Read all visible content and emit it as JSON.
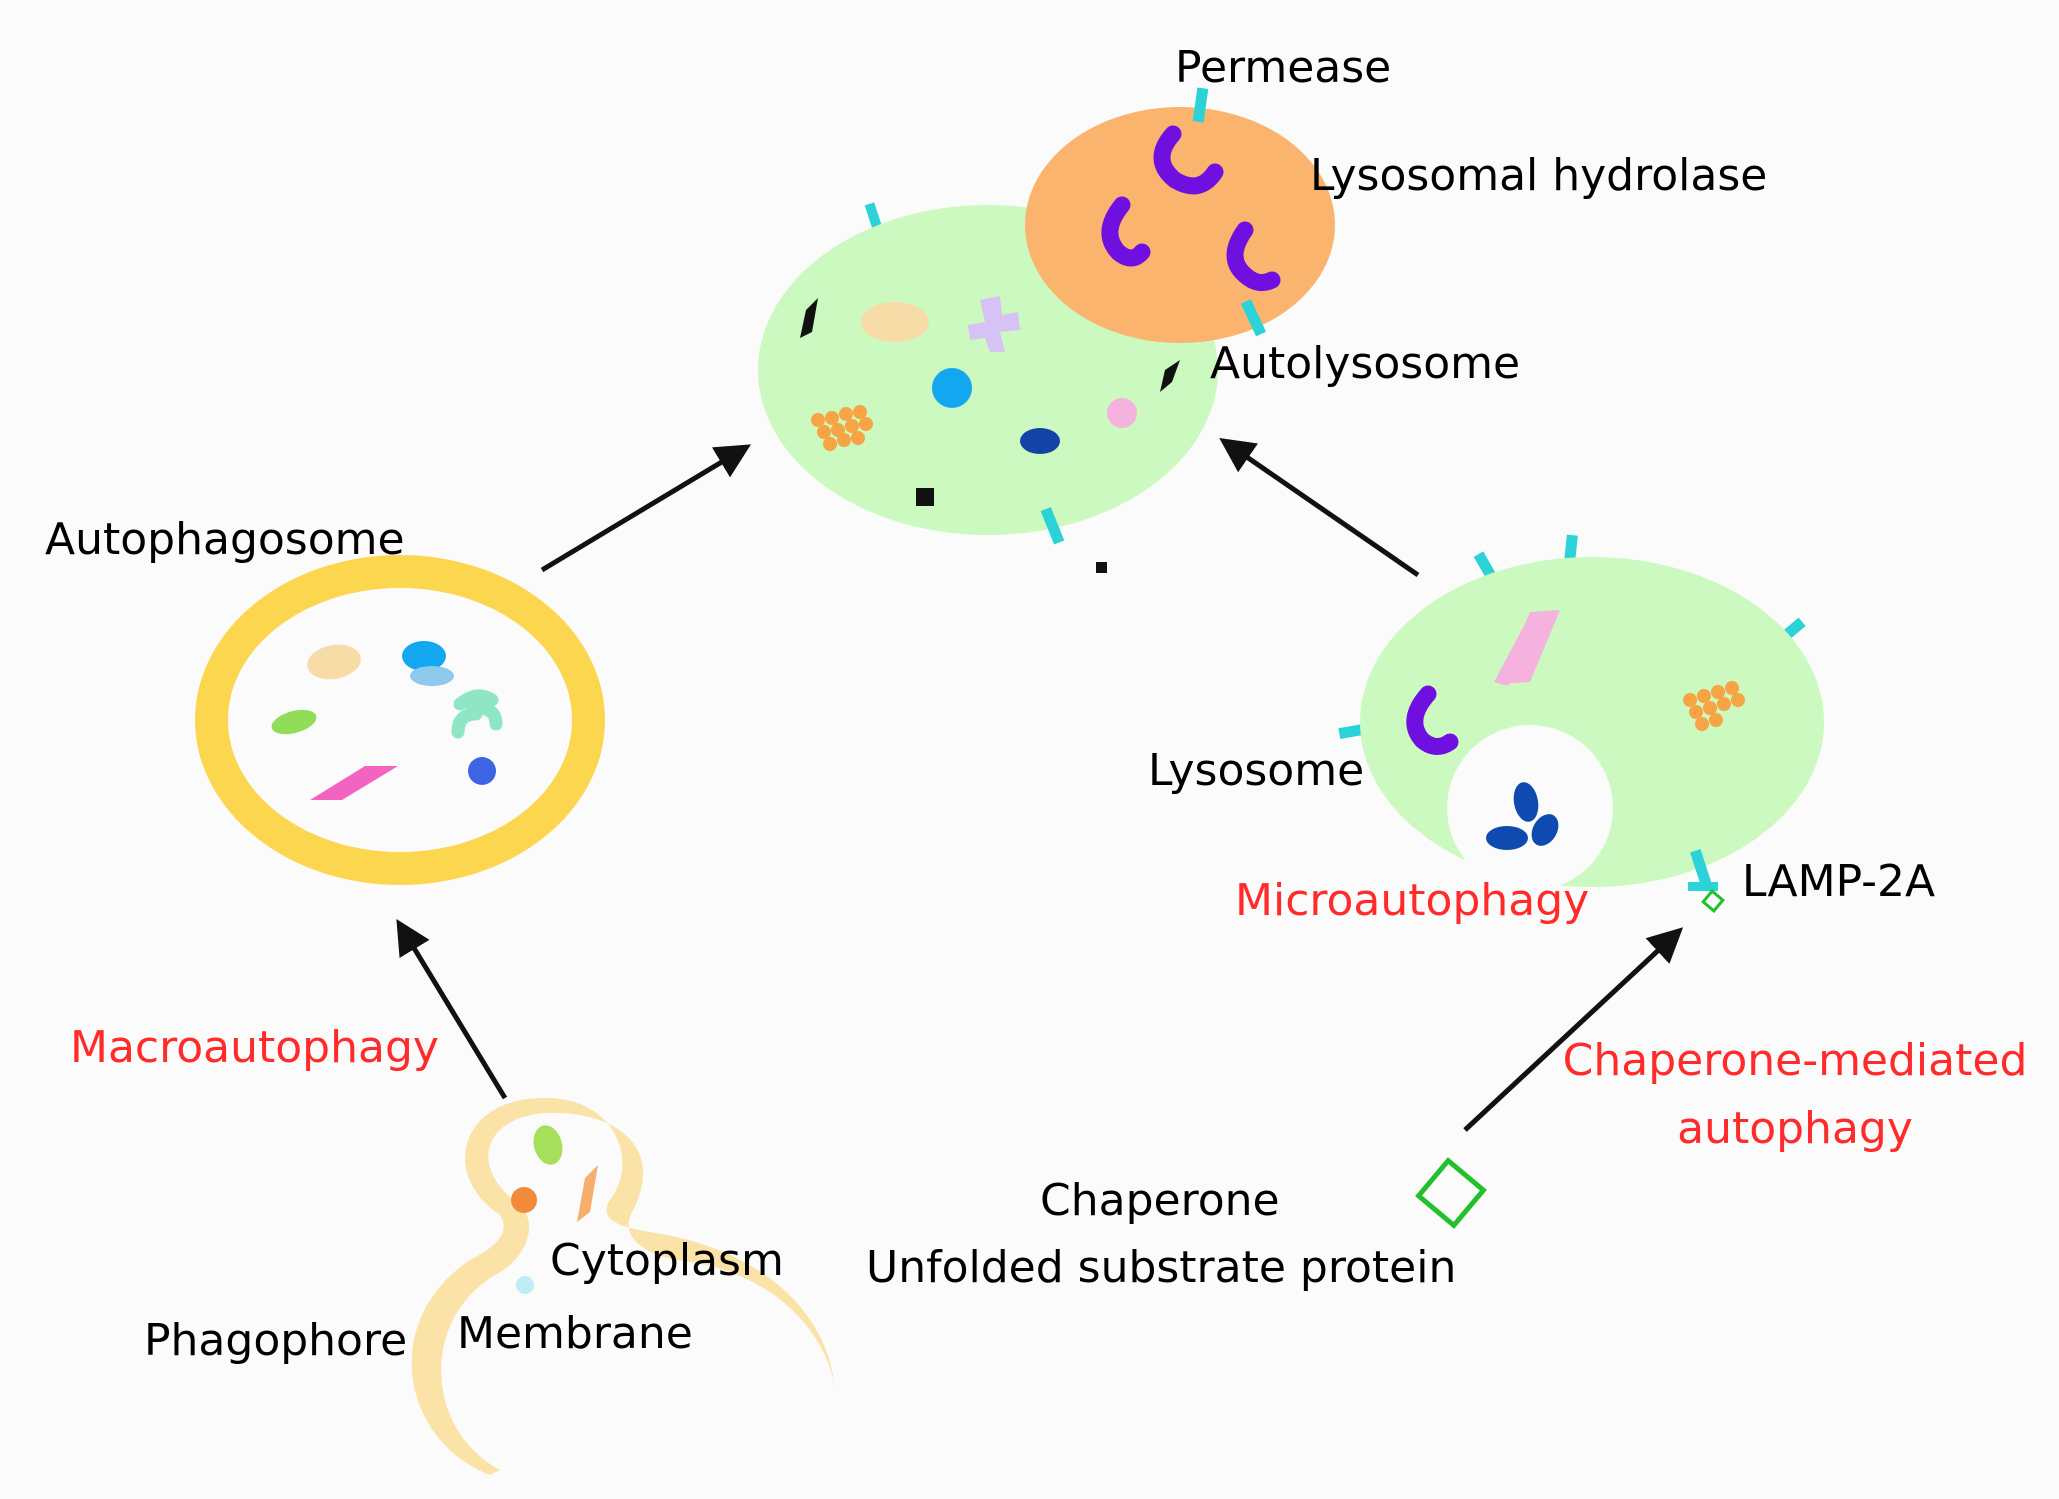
{
  "labels": {
    "permease": "Permease",
    "lysosomal_hydrolase": "Lysosomal hydrolase",
    "autolysosome": "Autolysosome",
    "autophagosome": "Autophagosome",
    "lysosome": "Lysosome",
    "lamp2a": "LAMP-2A",
    "cytoplasm": "Cytoplasm",
    "membrane": "Membrane",
    "phagophore": "Phagophore",
    "chaperone": "Chaperone",
    "unfolded_substrate": "Unfolded substrate protein"
  },
  "pathways": {
    "macroautophagy": "Macroautophagy",
    "microautophagy": "Microautophagy",
    "cma_line1": "Chaperone-mediated",
    "cma_line2": "autophagy"
  },
  "colors": {
    "pathway_label": "#ff2a2a",
    "autolysosome_fill": "#ccf9bf",
    "lysosome_fill": "#ccf9bf",
    "hydrolase_vesicle_fill": "#fbb46e",
    "autophagosome_ring": "#fdd64f",
    "phagophore_membrane": "#fbe2a6",
    "permease": "#2bd3d8",
    "hydrolase": "#6f10e0",
    "chaperone_box": "#22c02a",
    "arrow": "#111111"
  }
}
